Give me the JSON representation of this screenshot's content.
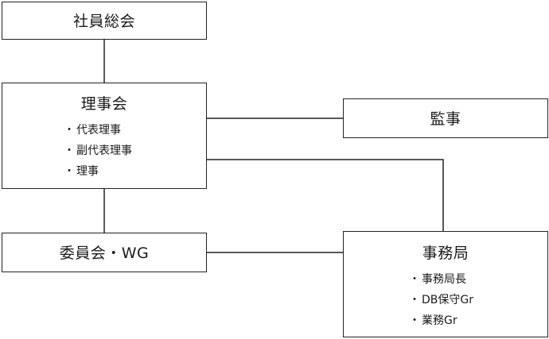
{
  "diagram": {
    "nodes": {
      "general_assembly": {
        "title": "社員総会"
      },
      "board": {
        "title": "理事会",
        "items": [
          "代表理事",
          "副代表理事",
          "理事"
        ]
      },
      "auditor": {
        "title": "監事"
      },
      "committee": {
        "title": "委員会・WG"
      },
      "secretariat": {
        "title": "事務局",
        "items": [
          "事務局長",
          "DB保守Gr",
          "業務Gr"
        ]
      }
    },
    "edges": [
      {
        "from": "社員総会",
        "to": "理事会"
      },
      {
        "from": "理事会",
        "to": "監事"
      },
      {
        "from": "理事会",
        "to": "事務局"
      },
      {
        "from": "理事会",
        "to": "委員会・WG"
      },
      {
        "from": "委員会・WG",
        "to": "事務局"
      }
    ],
    "colors": {
      "line": "#222222",
      "border": "#222222",
      "background": "#ffffff",
      "text": "#1a1a1a"
    }
  }
}
